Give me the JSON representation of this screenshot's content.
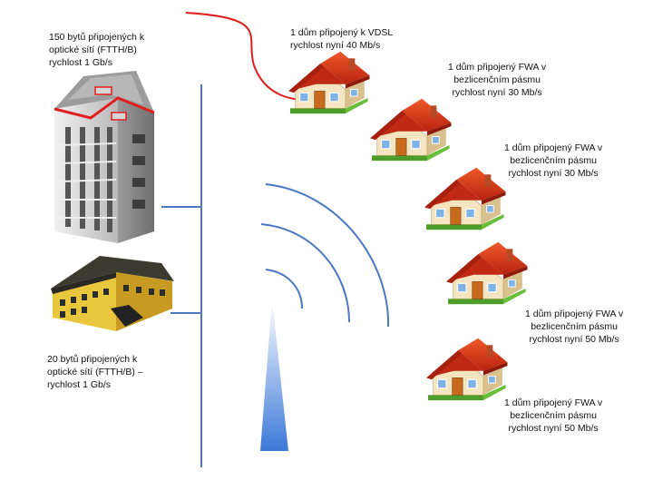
{
  "colors": {
    "network_line": "#4a78c2",
    "vdsl_line": "#e01f1f",
    "roof": "#d9321a",
    "roof_dark": "#a8210f",
    "wall": "#f4e4bf",
    "door": "#c86a1e",
    "grass": "#6abf3a",
    "tower_top": "#ffffff",
    "tower_bottom": "#3b78d8"
  },
  "labels": {
    "tower_big": [
      "150 bytů připojených k",
      "optické sítí (FTTH/B)",
      "rychlost 1 Gb/s"
    ],
    "building_small": [
      "20 bytů připojených k",
      "optické sítí (FTTH/B) –",
      "rychlost 1 Gb/s"
    ],
    "house_vdsl": [
      "1 dům připojený k VDSL",
      "rychlost nyní 40 Mb/s"
    ],
    "house_fwa_1": [
      "1 dům připojený FWA v",
      "bezlicenčním pásmu",
      "rychlost nyní 30 Mb/s"
    ],
    "house_fwa_2": [
      "1 dům připojený FWA v",
      "bezlicenčním pásmu",
      "rychlost nyní 30 Mb/s"
    ],
    "house_fwa_3": [
      "1 dům připojený FWA v",
      "bezlicenčním pásmu",
      "rychlost nyní 50 Mb/s"
    ],
    "house_fwa_4": [
      "1 dům připojený FWA v",
      "bezlicenčním pásmu",
      "rychlost nyní 50 Mb/s"
    ]
  },
  "icons": {
    "apartment_tower": "apartment-tower-icon",
    "small_building": "apartment-building-icon",
    "house": "house-icon",
    "antenna": "antenna-mast-icon",
    "signal": "radio-waves-icon"
  }
}
